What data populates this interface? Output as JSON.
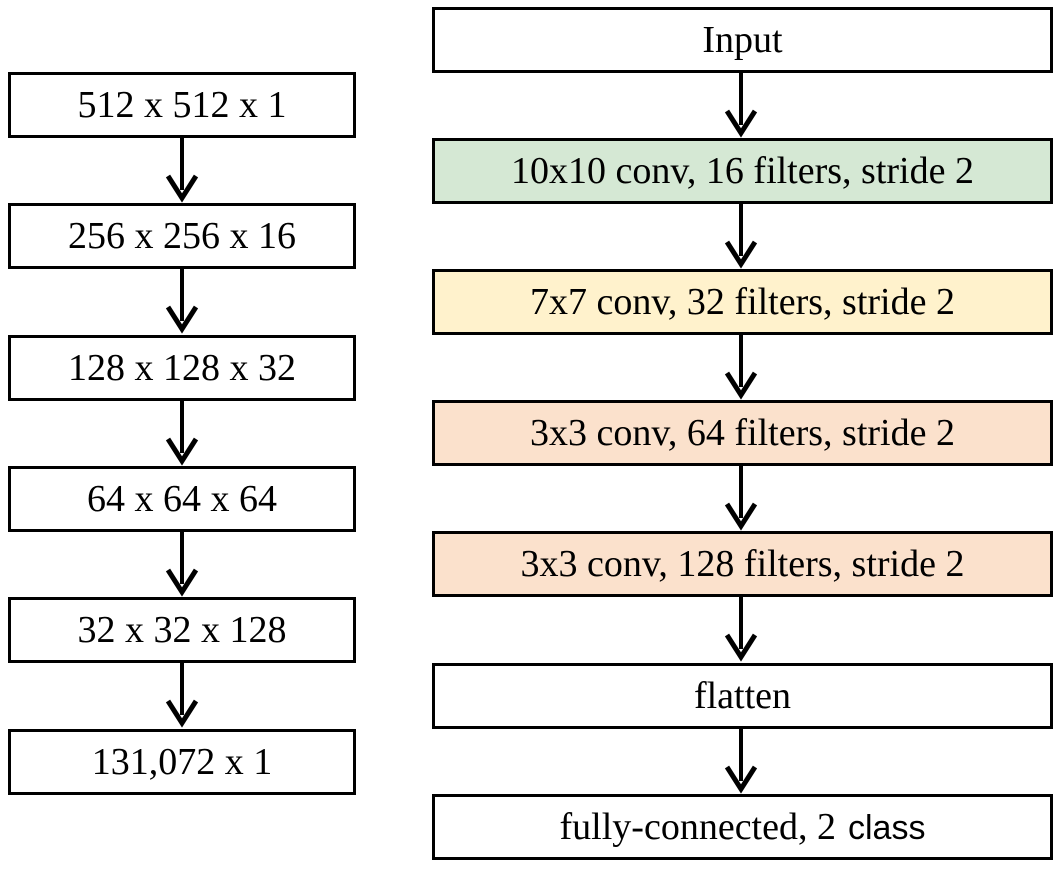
{
  "left_column": {
    "shapes": [
      {
        "label": "512 x 512 x 1"
      },
      {
        "label": "256 x 256 x 16"
      },
      {
        "label": "128 x 128 x 32"
      },
      {
        "label": "64 x 64 x 64"
      },
      {
        "label": "32 x 32 x 128"
      },
      {
        "label": "131,072 x 1"
      }
    ]
  },
  "right_column": {
    "layers": [
      {
        "label": "Input",
        "fill": "#ffffff"
      },
      {
        "label": "10x10 conv, 16 filters, stride 2",
        "fill": "#d5e8d4"
      },
      {
        "label": "7x7 conv, 32 filters, stride 2",
        "fill": "#fff2cc"
      },
      {
        "label": "3x3 conv, 64 filters, stride 2",
        "fill": "#fbe1cc"
      },
      {
        "label": "3x3 conv, 128 filters, stride 2",
        "fill": "#fbe1cc"
      },
      {
        "label": "flatten",
        "fill": "#ffffff"
      },
      {
        "label": "fully-connected, 2",
        "label_suffix": "class",
        "fill": "#ffffff"
      }
    ]
  },
  "colors": {
    "stroke": "#000000",
    "arrow": "#000000"
  }
}
